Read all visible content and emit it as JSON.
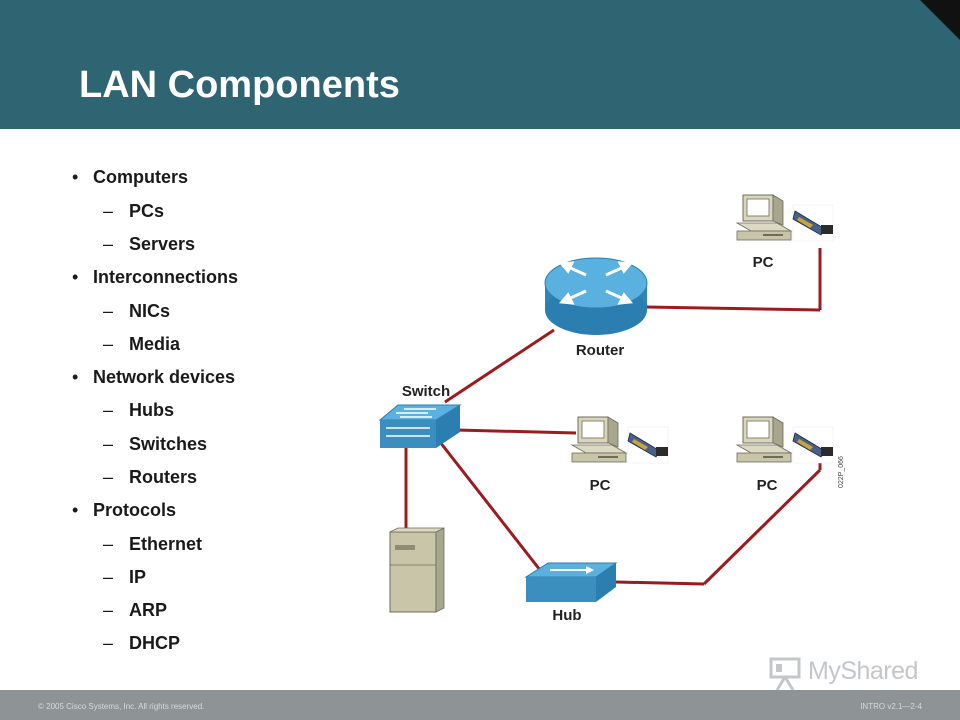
{
  "slide": {
    "title": "LAN Components"
  },
  "bullets": [
    {
      "level": 1,
      "mark": "•",
      "text": "Computers"
    },
    {
      "level": 2,
      "mark": "–",
      "text": "PCs"
    },
    {
      "level": 2,
      "mark": "–",
      "text": "Servers"
    },
    {
      "level": 1,
      "mark": "•",
      "text": "Interconnections"
    },
    {
      "level": 2,
      "mark": "–",
      "text": "NICs"
    },
    {
      "level": 2,
      "mark": "–",
      "text": "Media"
    },
    {
      "level": 1,
      "mark": "•",
      "text": "Network devices"
    },
    {
      "level": 2,
      "mark": "–",
      "text": "Hubs"
    },
    {
      "level": 2,
      "mark": "–",
      "text": "Switches"
    },
    {
      "level": 2,
      "mark": "–",
      "text": "Routers"
    },
    {
      "level": 1,
      "mark": "•",
      "text": "Protocols"
    },
    {
      "level": 2,
      "mark": "–",
      "text": "Ethernet"
    },
    {
      "level": 2,
      "mark": "–",
      "text": "IP"
    },
    {
      "level": 2,
      "mark": "–",
      "text": "ARP"
    },
    {
      "level": 2,
      "mark": "–",
      "text": "DHCP"
    }
  ],
  "diagram": {
    "router_label": "Router",
    "switch_label": "Switch",
    "hub_label": "Hub",
    "pc_top_label": "PC",
    "pc_mid_label": "PC",
    "pc_right_label": "PC",
    "figure_code": "022P_066",
    "colors": {
      "link": "#9b1b1e",
      "device_blue": "#3a8fbf",
      "device_top": "#5ab0de",
      "pc_body": "#c9c5a8"
    },
    "icons": [
      "router-icon",
      "switch-icon",
      "hub-icon",
      "server-icon",
      "pc-icon"
    ]
  },
  "footer": {
    "copyright": "© 2005 Cisco Systems, Inc. All rights reserved.",
    "course": "INTRO v2.1—2-4"
  },
  "brand": {
    "name": "MyShared"
  }
}
